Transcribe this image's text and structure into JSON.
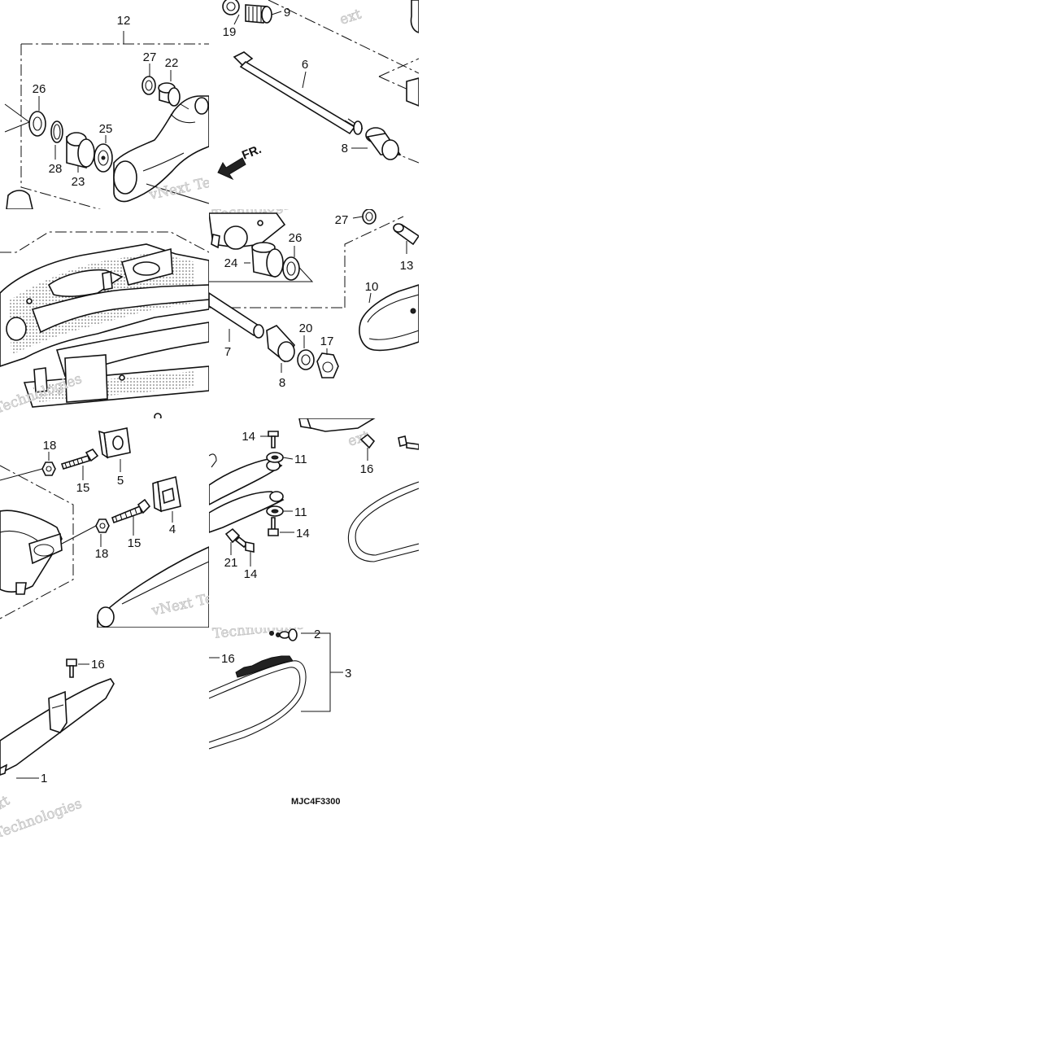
{
  "diagram": {
    "code": "MJC4F3300",
    "direction_label": "FR.",
    "watermarks": [
      "vNext Technologies",
      "Technologies",
      "vNext Tec",
      "Techno",
      "ext"
    ],
    "tiles": [
      {
        "callouts": [
          {
            "text": "12"
          },
          {
            "text": "27"
          },
          {
            "text": "22"
          },
          {
            "text": "26"
          },
          {
            "text": "25"
          },
          {
            "text": "28"
          },
          {
            "text": "23"
          }
        ]
      },
      {
        "callouts": [
          {
            "text": "19"
          },
          {
            "text": "9"
          },
          {
            "text": "6"
          },
          {
            "text": "8"
          }
        ]
      },
      {
        "callouts": []
      },
      {
        "callouts": [
          {
            "text": "27"
          },
          {
            "text": "26"
          },
          {
            "text": "24"
          },
          {
            "text": "13"
          },
          {
            "text": "10"
          },
          {
            "text": "7"
          },
          {
            "text": "20"
          },
          {
            "text": "17"
          },
          {
            "text": "8"
          }
        ]
      },
      {
        "callouts": [
          {
            "text": "18"
          },
          {
            "text": "15"
          },
          {
            "text": "5"
          },
          {
            "text": "4"
          },
          {
            "text": "18"
          },
          {
            "text": "15"
          }
        ]
      },
      {
        "callouts": [
          {
            "text": "14"
          },
          {
            "text": "11"
          },
          {
            "text": "16"
          },
          {
            "text": "11"
          },
          {
            "text": "14"
          },
          {
            "text": "21"
          },
          {
            "text": "14"
          }
        ]
      },
      {
        "callouts": [
          {
            "text": "16"
          },
          {
            "text": "1"
          }
        ]
      },
      {
        "callouts": [
          {
            "text": "2"
          },
          {
            "text": "16"
          },
          {
            "text": "3"
          }
        ]
      }
    ]
  }
}
